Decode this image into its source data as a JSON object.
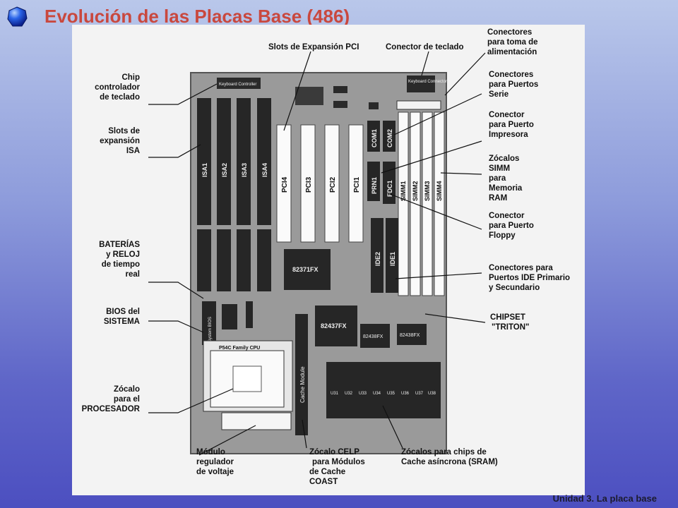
{
  "title": "Evolución de las Placas Base (486)",
  "footer": "Unidad 3. La placa base",
  "accent_title_color": "#c9483e",
  "bullet_icon": "blue-sphere-icon",
  "board": {
    "isa_slots": [
      "ISA1",
      "ISA2",
      "ISA3",
      "ISA4"
    ],
    "pci_slots": [
      "PCI4",
      "PCI3",
      "PCI2",
      "PCI1"
    ],
    "com": [
      "COM1",
      "COM2"
    ],
    "prn": "PRN1",
    "fdc": "FDC1",
    "ide": [
      "IDE2",
      "IDE1"
    ],
    "simm": [
      "SIMM1",
      "SIMM2",
      "SIMM3",
      "SIMM4"
    ],
    "chips": {
      "keyboard_controller": "Keyboard Controller",
      "chip_82371": "82371FX",
      "chip_82437": "82437FX",
      "chip_82438": "82438FX",
      "chip_82438b": "82438FX",
      "cpu": "P54C Family CPU",
      "cache_module": "Cache Module",
      "bios": "System BIOS",
      "keyboard_connector": "Keyboard Connector"
    },
    "sram": [
      "U31",
      "U32",
      "U33",
      "U34",
      "U35",
      "U36",
      "U37",
      "U38"
    ]
  },
  "labels": {
    "pci": "Slots de Expansión PCI",
    "kbd_conn": "Conector de teclado",
    "power": [
      "Conectores",
      "para toma de",
      "alimentación"
    ],
    "kbd_chip": [
      "Chip",
      "controlador",
      "de teclado"
    ],
    "serial": [
      "Conectores",
      "para Puertos",
      "Serie"
    ],
    "printer": [
      "Conector",
      "para Puerto",
      "Impresora"
    ],
    "isa": [
      "Slots de",
      "expansión",
      "ISA"
    ],
    "simm": [
      "Zócalos",
      "SIMM",
      "para",
      "Memoria",
      "RAM"
    ],
    "floppy": [
      "Conector",
      "para Puerto",
      "Floppy"
    ],
    "battery": [
      "BATERÍAS",
      "y RELOJ",
      "de tiempo",
      "real"
    ],
    "ide": [
      "Conectores para",
      "Puertos IDE Primario",
      "y Secundario"
    ],
    "bios": [
      "BIOS del",
      "SISTEMA"
    ],
    "chipset": [
      "CHIPSET",
      "\"TRITON\""
    ],
    "socket": [
      "Zócalo",
      "para el",
      "PROCESADOR"
    ],
    "vrm": [
      "Módulo",
      "regulador",
      "de voltaje"
    ],
    "celp": [
      "Zócalo CELP",
      "para Módulos",
      "de Cache",
      "COAST"
    ],
    "sram": [
      "Zócalos para chips de",
      "Cache asíncrona (SRAM)"
    ]
  }
}
